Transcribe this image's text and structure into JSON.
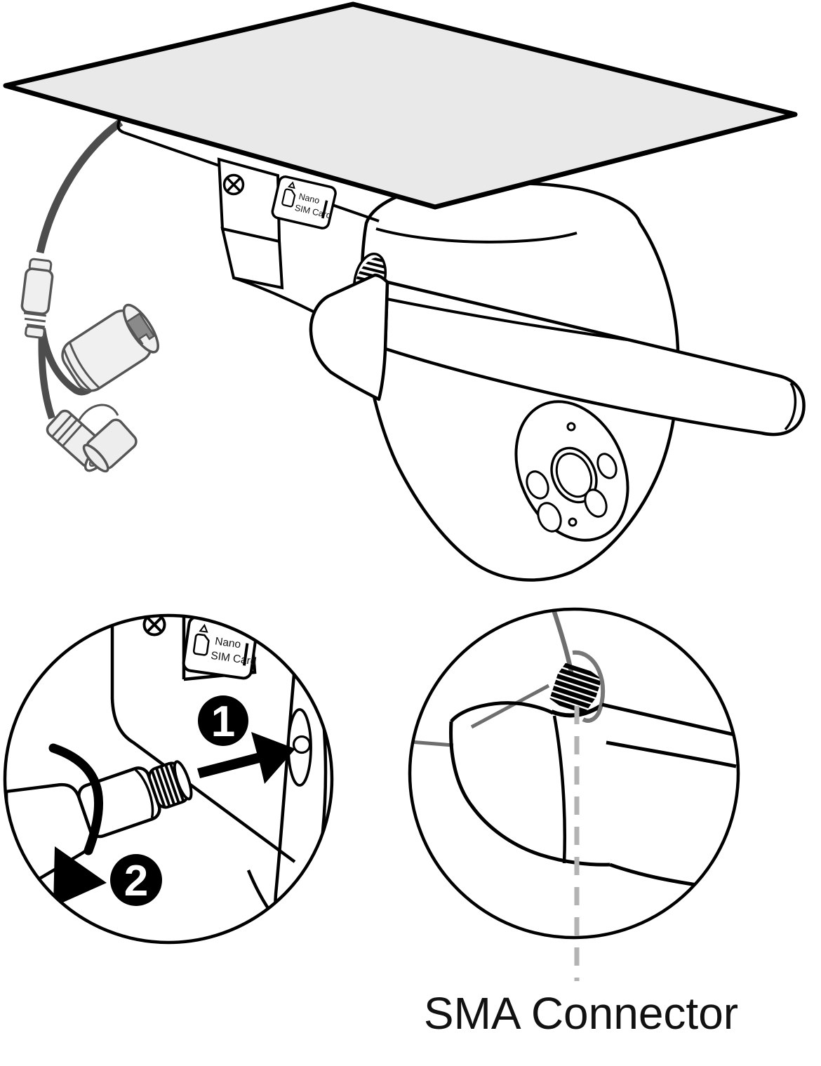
{
  "meta": {
    "type": "product-installation-diagram",
    "background": "#ffffff"
  },
  "palette": {
    "outline": "#000000",
    "panel_fill": "#e9e9e9",
    "cable_gray": "#4d4d4d",
    "connector_fill": "#efefef",
    "connector_outline": "#555555",
    "port_gray": "#8a8a8a",
    "inset_gray": "#6e6e6e",
    "dash_gray": "#b3b3b3",
    "badge_bg": "#000000",
    "badge_text": "#ffffff",
    "caption_color": "#111111"
  },
  "main_view": {
    "sim_label": {
      "line1": "Nano",
      "line2": "SIM Card"
    },
    "icons": {
      "screw": "screw-head-x-icon",
      "sim_card": "nano-sim-card-icon",
      "alignment_triangle": "triangle-outline-icon"
    }
  },
  "inset_install": {
    "sim_label": {
      "line1": "Nano",
      "line2": "SIM Card"
    },
    "steps": {
      "step1": "1",
      "step2": "2"
    }
  },
  "inset_connector": {
    "caption": "SMA Connector"
  }
}
